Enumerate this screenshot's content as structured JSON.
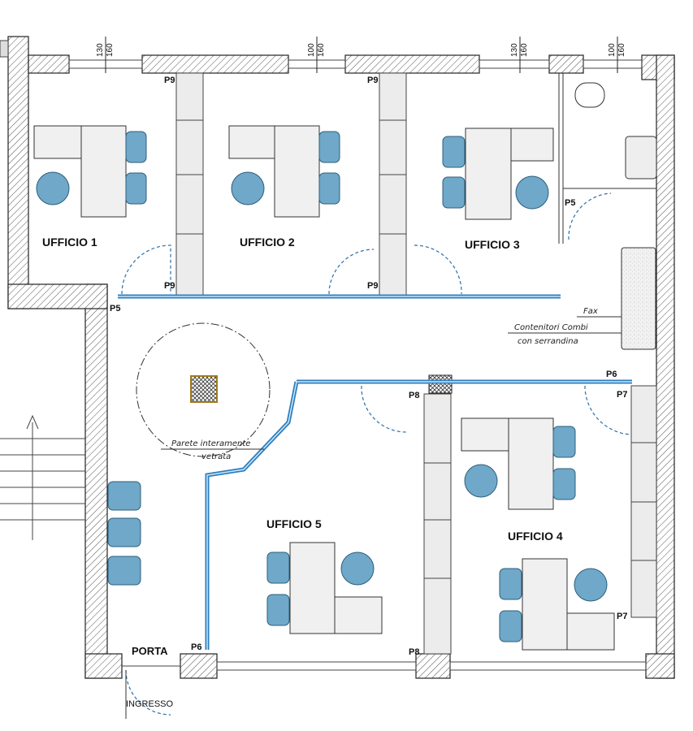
{
  "rooms": {
    "ufficio1": "UFFICIO 1",
    "ufficio2": "UFFICIO 2",
    "ufficio3": "UFFICIO 3",
    "ufficio4": "UFFICIO 4",
    "ufficio5": "UFFICIO 5"
  },
  "dimensions": [
    {
      "a": "130",
      "b": "160"
    },
    {
      "a": "100",
      "b": "160"
    },
    {
      "a": "130",
      "b": "160"
    },
    {
      "a": "100",
      "b": "160"
    }
  ],
  "partitions": {
    "p9": "P9",
    "p5": "P5",
    "p6": "P6",
    "p7": "P7",
    "p8": "P8"
  },
  "annotations": {
    "fax": "Fax",
    "contenitori_line1": "Contenitori Combi",
    "contenitori_line2": "con serrandina",
    "parete_line1": "Parete interamente",
    "parete_line2": "vetrata",
    "porta": "PORTA",
    "ingresso": "INGRESSO"
  },
  "colors": {
    "glass_wall": "#2b7fc0",
    "chair": "#6fa8c8"
  }
}
